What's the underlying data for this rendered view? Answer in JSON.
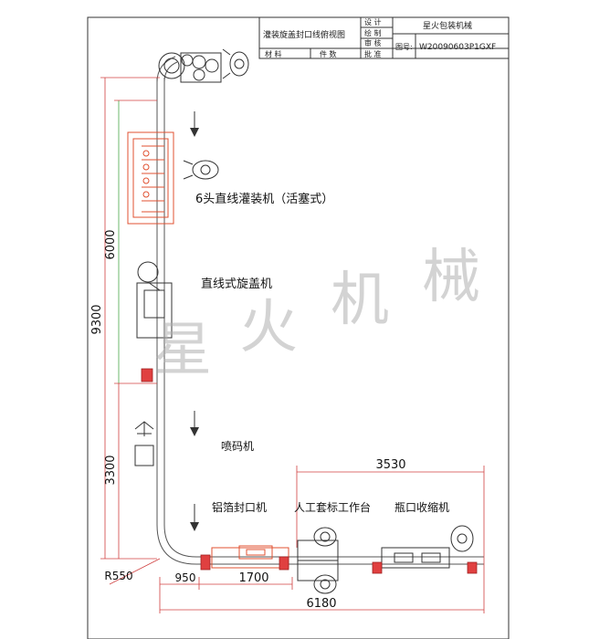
{
  "title_block": {
    "design": "设 计",
    "drawing": "绘 制",
    "check": "审 核",
    "approve": "批 准",
    "company": "星火包装机械",
    "drawing_title": "灌装旋盖封口线俯视图",
    "material": "材 料",
    "quantity": "件 数",
    "drawing_no_label": "图号:",
    "drawing_no": "W20090603P1GXF"
  },
  "labels": {
    "filler": "6头直线灌装机（活塞式）",
    "capper": "直线式旋盖机",
    "coder": "喷码机",
    "foil_sealer": "铝箔封口机",
    "labeling": "人工套标工作台",
    "shrinker": "瓶口收缩机"
  },
  "dimensions": {
    "d6000": "6000",
    "d9300": "9300",
    "d3300": "3300",
    "d3530": "3530",
    "r550": "R550",
    "d950": "950",
    "d1700": "1700",
    "d6180": "6180"
  },
  "watermark": {
    "c1": "星",
    "c2": "火",
    "c3": "机",
    "c4": "械"
  }
}
